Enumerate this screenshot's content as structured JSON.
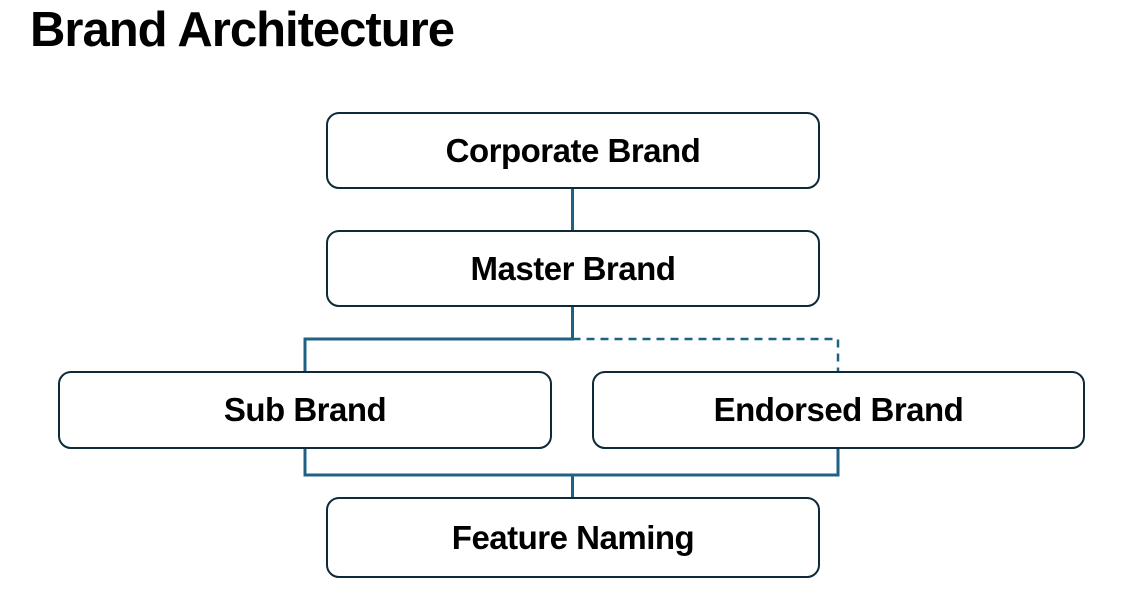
{
  "title": "Brand Architecture",
  "colors": {
    "background": "#ffffff",
    "box_border": "#0e2a38",
    "connector": "#1d6285",
    "text": "#000000"
  },
  "diagram": {
    "type": "hierarchy",
    "nodes": [
      {
        "id": "corporate-brand",
        "label": "Corporate Brand",
        "level": 1
      },
      {
        "id": "master-brand",
        "label": "Master Brand",
        "level": 2
      },
      {
        "id": "sub-brand",
        "label": "Sub Brand",
        "level": 3
      },
      {
        "id": "endorsed-brand",
        "label": "Endorsed Brand",
        "level": 3
      },
      {
        "id": "feature-naming",
        "label": "Feature Naming",
        "level": 4
      }
    ],
    "edges": [
      {
        "from": "corporate-brand",
        "to": "master-brand",
        "style": "solid"
      },
      {
        "from": "master-brand",
        "to": "sub-brand",
        "style": "solid"
      },
      {
        "from": "master-brand",
        "to": "endorsed-brand",
        "style": "dashed"
      },
      {
        "from": "sub-brand",
        "to": "feature-naming",
        "style": "solid"
      },
      {
        "from": "endorsed-brand",
        "to": "feature-naming",
        "style": "solid"
      }
    ]
  }
}
